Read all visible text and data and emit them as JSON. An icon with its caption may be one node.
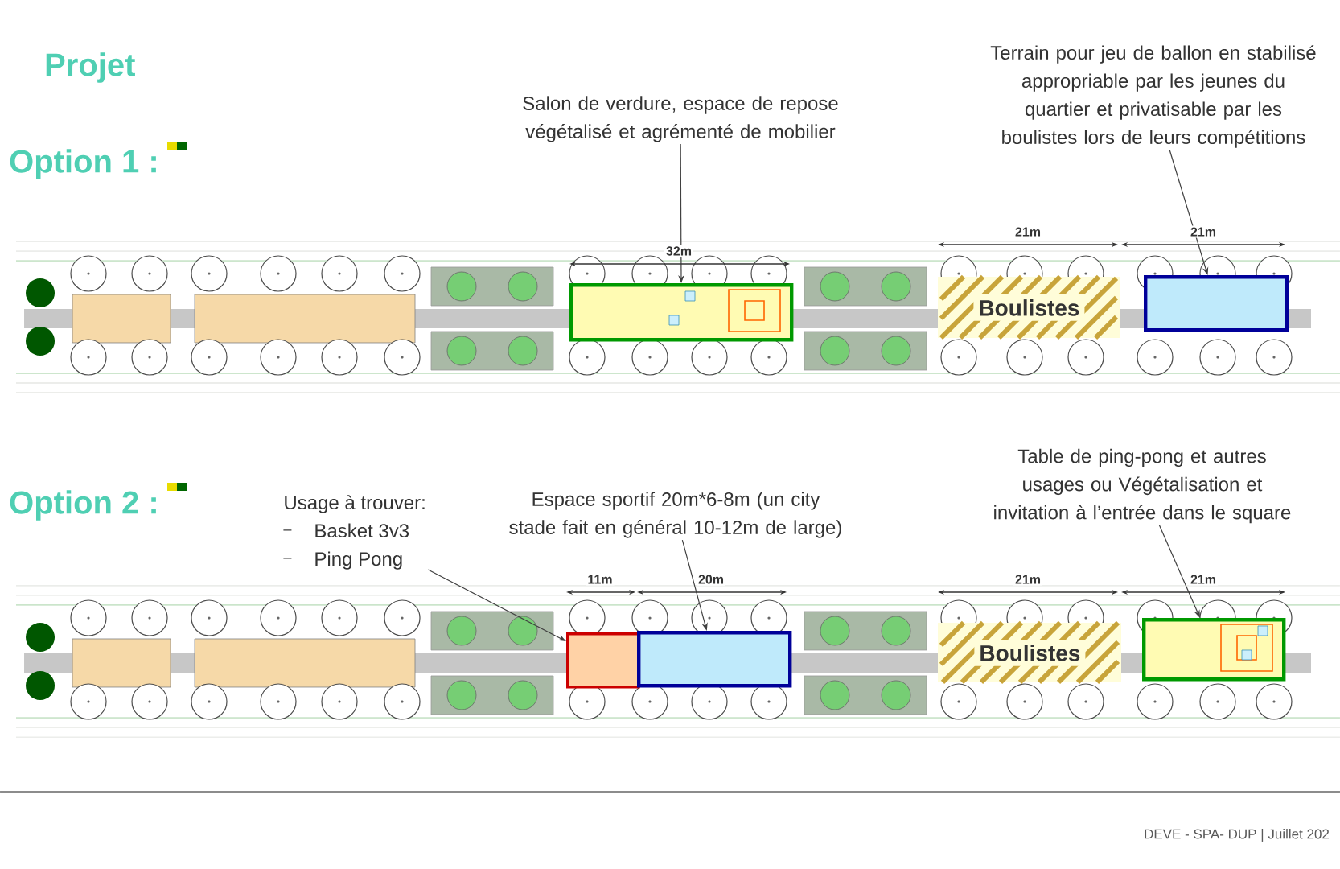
{
  "diagram": {
    "title": "Projet",
    "nodes": [
      {
        "text": [
          "Salon de verdure, espace de repose végétalisé et agrémenté de mobilier"
        ]
      },
      {
        "text": [],
        "shape": "box"
      },
      {
        "text": [
          "Terrain pour jeu de ballon en stabilisé appropriable par les jeunes du quartier et privatisable par les boulistes lors de leurs compétitions"
        ]
      },
      {
        "text": [],
        "shape": "box"
      },
      {
        "text": [
          "Boulistes"
        ]
      },
      {
        "text": [
          "Usage à trouver:",
          "Basket 3v3",
          "Ping Pong"
        ]
      },
      {
        "text": [],
        "shape": "box"
      },
      {
        "text": [
          "Espace sportif 20m*6-8m (un city stade fait en général 10-12m de large)"
        ]
      },
      {
        "text": [],
        "shape": "box"
      },
      {
        "text": [
          "Table de ping-pong et autres usages ou Végétalisation et invitation à l’entrée dans le square"
        ]
      },
      {
        "text": [],
        "shape": "box"
      },
      {
        "text": [
          "Boulistes"
        ]
      }
    ],
    "edges": [
      {
        "from": 0,
        "to": 1,
        "arrow": "to"
      },
      {
        "from": 2,
        "to": 3,
        "arrow": "to"
      },
      {
        "from": 5,
        "to": 6,
        "arrow": "to"
      },
      {
        "from": 7,
        "to": 8,
        "arrow": "to"
      },
      {
        "from": 9,
        "to": 10,
        "arrow": "to"
      }
    ],
    "labels": [
      "Option 1 :",
      "32m",
      "21m",
      "21m",
      "Option 2 :",
      "11m",
      "20m",
      "21m",
      "21m",
      "DEVE - SPA- DUP | Juillet 202"
    ]
  }
}
